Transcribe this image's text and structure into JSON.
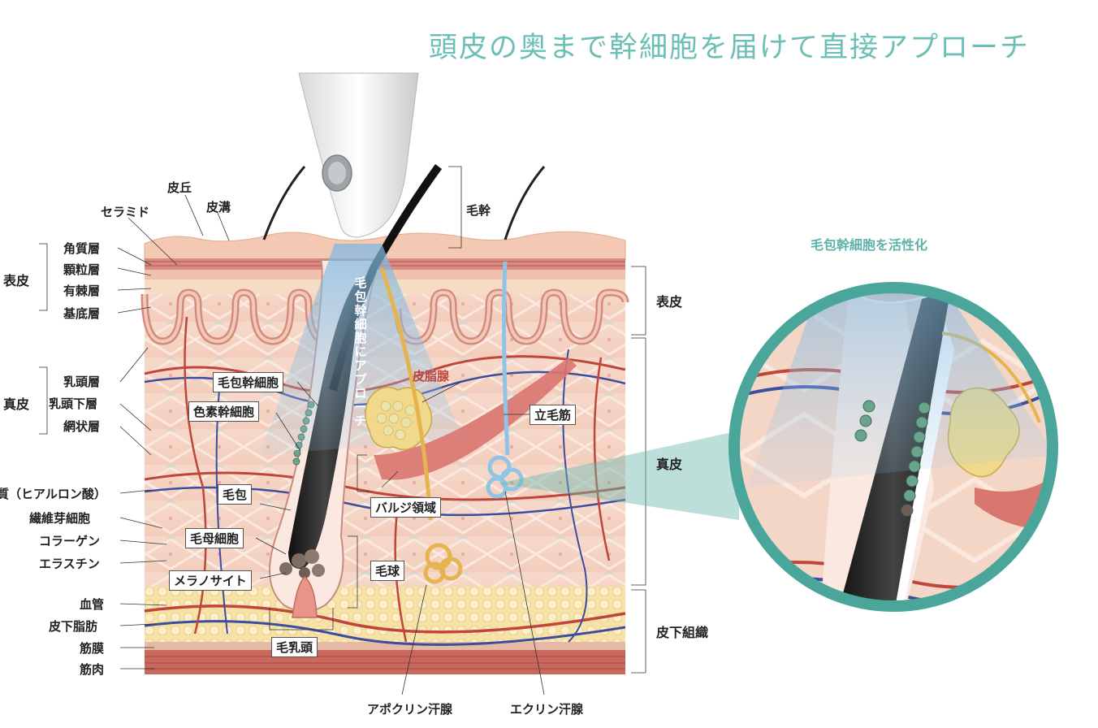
{
  "title": "頭皮の奥まで幹細胞を届けて直接アプローチ",
  "zoom_caption": "毛包幹細胞を活性化",
  "vertical_text": "毛包幹細胞にアプローチ",
  "left_groups": {
    "epidermis": "表皮",
    "dermis": "真皮"
  },
  "left_labels": {
    "hill": "皮丘",
    "groove": "皮溝",
    "ceramide": "セラミド",
    "stratum_corneum": "角質層",
    "granular": "顆粒層",
    "spinous": "有棘層",
    "basal": "基底層",
    "papillary": "乳頭層",
    "subpapillary": "乳頭下層",
    "reticular": "網状層",
    "matrix": "質（ヒアルロン酸）",
    "fibroblast": "繊維芽細胞",
    "collagen": "コラーゲン",
    "elastin": "エラスチン",
    "blood_vessel": "血管",
    "subcutaneous_fat": "皮下脂肪",
    "fascia": "筋膜",
    "muscle": "筋肉"
  },
  "inner_labels": {
    "hair_shaft": "毛幹",
    "follicle_stem": "毛包幹細胞",
    "pigment_stem": "色素幹細胞",
    "sebaceous": "皮脂腺",
    "arrector": "立毛筋",
    "follicle": "毛包",
    "bulge": "バルジ領域",
    "matrix_cell": "毛母細胞",
    "bulb": "毛球",
    "melanocyte": "メラノサイト",
    "papilla": "毛乳頭",
    "apocrine": "アポクリン汗腺",
    "eccrine": "エクリン汗腺"
  },
  "right_groups": {
    "epidermis": "表皮",
    "dermis": "真皮",
    "subcutis": "皮下組織"
  },
  "colors": {
    "title": "#6bbfb4",
    "teal_ring": "#4aa59b",
    "skin": "#f3d2c2",
    "fat": "#f5e0a0",
    "muscle": "#c96a5e"
  }
}
